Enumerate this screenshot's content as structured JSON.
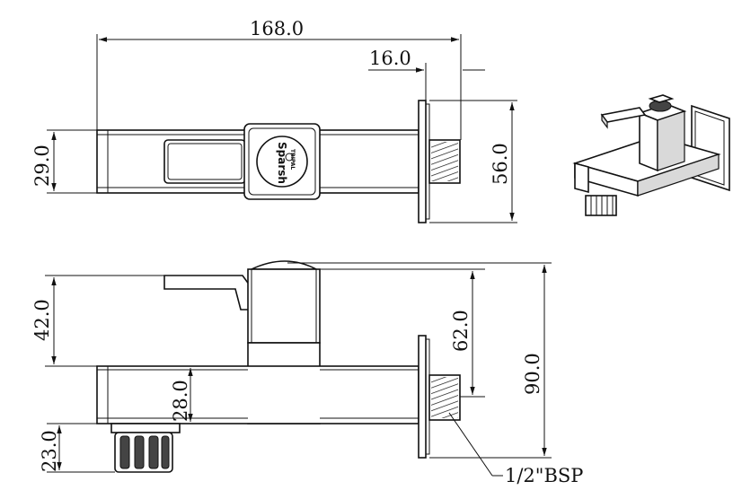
{
  "dimensions": {
    "overall_length": "168.0",
    "thread_length": "16.0",
    "body_height": "29.0",
    "flange_height": "56.0",
    "handle_height": "42.0",
    "outlet_center": "62.0",
    "total_height": "90.0",
    "body_side_height": "28.0",
    "aerator_height": "23.0"
  },
  "thread_label": "1/2\"BSP",
  "logo": {
    "brand": "Sparsh",
    "sub": "TRIPAL"
  }
}
